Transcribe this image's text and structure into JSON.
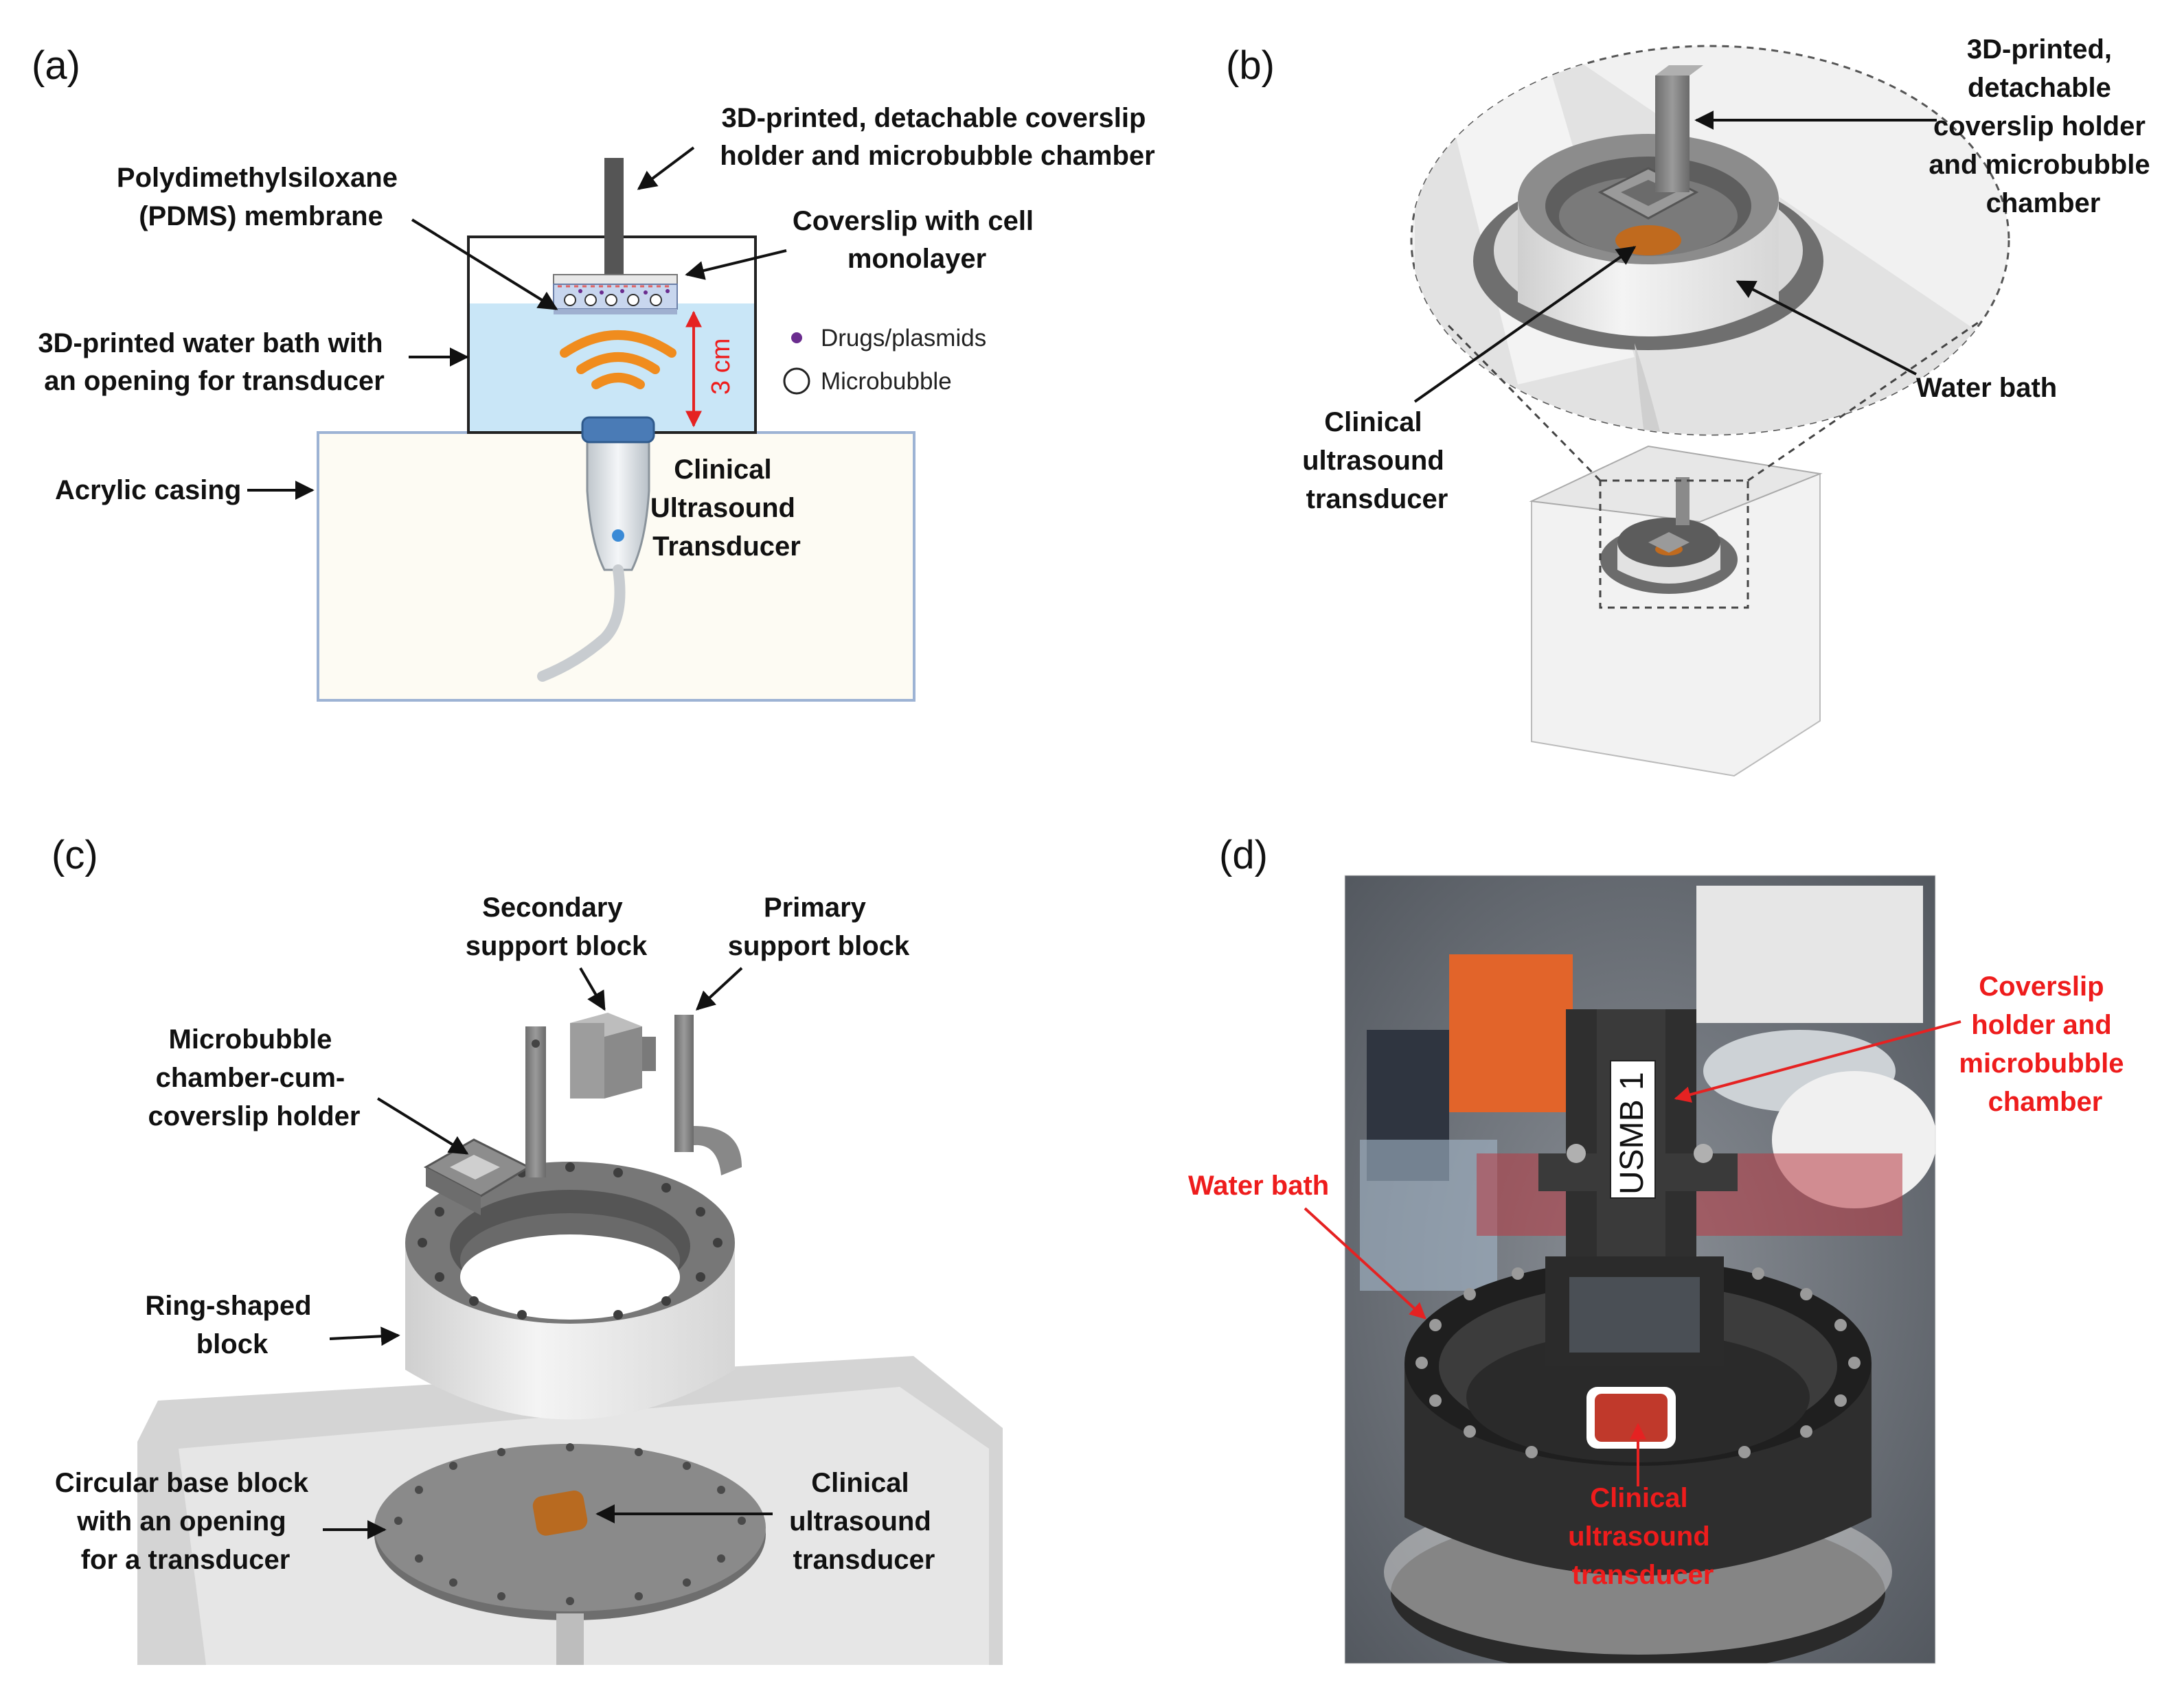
{
  "panels": {
    "a": {
      "label": "(a)",
      "holder": [
        "3D-printed, detachable coverslip",
        "holder and microbubble chamber"
      ],
      "pdms": [
        "Polydimethylsiloxane",
        "(PDMS)  membrane"
      ],
      "coverslip": [
        "Coverslip with cell",
        "monolayer"
      ],
      "bath": [
        "3D-printed water bath with",
        "an opening for transducer"
      ],
      "casing": "Acrylic casing",
      "transducer": [
        "Clinical",
        "Ultrasound",
        "Transducer"
      ],
      "distance": "3 cm",
      "legend": [
        {
          "label": "Drugs/plasmids",
          "marker": "purple-dot"
        },
        {
          "label": "Microbubble",
          "marker": "open-circle"
        }
      ]
    },
    "b": {
      "label": "(b)",
      "holder": [
        "3D-printed,",
        "detachable",
        "coverslip holder",
        "and microbubble",
        "chamber"
      ],
      "bath": "Water bath",
      "transducer": [
        "Clinical",
        "ultrasound",
        "transducer"
      ]
    },
    "c": {
      "label": "(c)",
      "secondary": [
        "Secondary",
        "support block"
      ],
      "primary": [
        "Primary",
        "support block"
      ],
      "chamber": [
        "Microbubble",
        "chamber-cum-",
        "coverslip holder"
      ],
      "ring": [
        "Ring-shaped",
        "block"
      ],
      "base": [
        "Circular base block",
        "with an opening",
        "for a transducer"
      ],
      "transducer": [
        "Clinical",
        "ultrasound",
        "transducer"
      ]
    },
    "d": {
      "label": "(d)",
      "holder": [
        "Coverslip",
        "holder and",
        "microbubble",
        "chamber"
      ],
      "bath": "Water bath",
      "transducer": [
        "Clinical",
        "ultrasound",
        "transducer"
      ],
      "tag": "USMB 1"
    }
  },
  "colors": {
    "water": "#c9e6f7",
    "casing_fill": "#fdfbf3",
    "casing_border": "#9db3d4",
    "wave": "#f08c1e",
    "red_arrow": "#e52222",
    "drug": "#6a2c8e",
    "probe_head": "#4a7bb6"
  }
}
